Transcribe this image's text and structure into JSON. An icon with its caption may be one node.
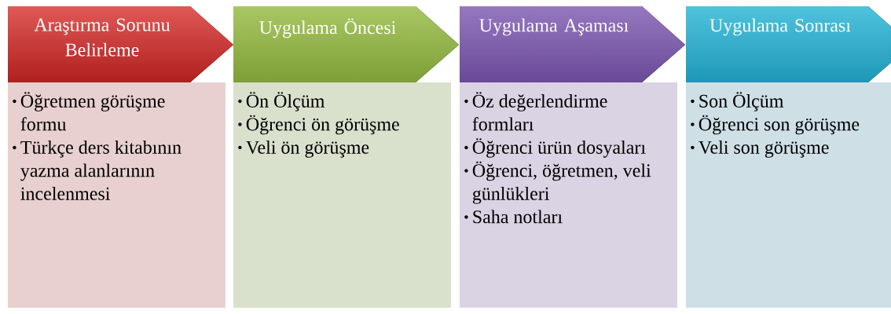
{
  "diagram": {
    "nodes": [
      {
        "text": [
          "Araştırma Sorunu Belirleme"
        ]
      },
      {
        "text": [
          "Öğretmen görüşme formu",
          "Türkçe ders kitabının yazma alanlarının incelenmesi"
        ]
      },
      {
        "text": [
          "Uygulama Öncesi"
        ]
      },
      {
        "text": [
          "Ön Ölçüm",
          "Öğrenci ön görüşme",
          "Veli ön görüşme"
        ]
      },
      {
        "text": [
          "Uygulama Aşaması"
        ]
      },
      {
        "text": [
          "Öz değerlendirme formları",
          "Öğrenci ürün dosyaları",
          "Öğrenci, öğretmen, veli günlükleri",
          "Saha notları"
        ]
      },
      {
        "text": [
          "Uygulama Sonrası"
        ]
      },
      {
        "text": [
          "Son Ölçüm",
          "Öğrenci son görüşme",
          "Veli son görüşme"
        ]
      }
    ]
  }
}
